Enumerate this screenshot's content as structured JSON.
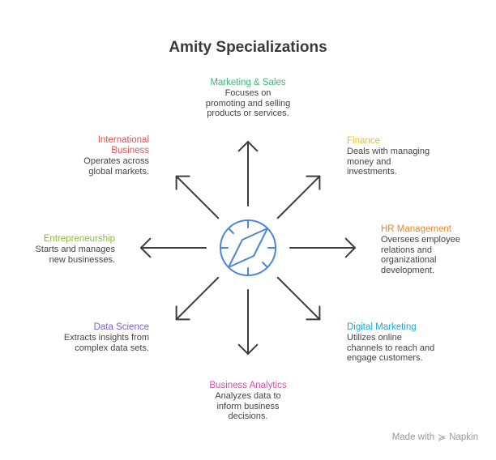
{
  "title": "Amity Specializations",
  "center_icon": "compass-icon",
  "colors": {
    "arrow": "#3d3d3d",
    "compass": "#4a86d8"
  },
  "nodes": [
    {
      "id": "marketing-sales",
      "heading": "Marketing & Sales",
      "color": "#3cb878",
      "lines": [
        "Focuses on",
        "promoting and selling",
        "products or services."
      ]
    },
    {
      "id": "finance",
      "heading": "Finance",
      "color": "#e6c619",
      "lines": [
        "Deals with managing",
        "money and",
        "investments."
      ]
    },
    {
      "id": "hr-management",
      "heading": "HR Management",
      "color": "#e8892e",
      "lines": [
        "Oversees employee",
        "relations and",
        "organizational",
        "development."
      ]
    },
    {
      "id": "digital-marketing",
      "heading": "Digital Marketing",
      "color": "#22a9d6",
      "lines": [
        "Utilizes online",
        "channels to reach and",
        "engage customers."
      ]
    },
    {
      "id": "business-analytics",
      "heading": "Business Analytics",
      "color": "#d94fa8",
      "lines": [
        "Analyzes data to",
        "inform business",
        "decisions."
      ]
    },
    {
      "id": "data-science",
      "heading": "Data Science",
      "color": "#7b61d6",
      "lines": [
        "Extracts insights from",
        "complex data sets."
      ]
    },
    {
      "id": "entrepreneurship",
      "heading": "Entrepreneurship",
      "color": "#8bbd3c",
      "lines": [
        "Starts and manages",
        "new businesses."
      ]
    },
    {
      "id": "international-business",
      "heading": [
        "International",
        "Business"
      ],
      "color": "#e0514f",
      "lines": [
        "Operates across",
        "global markets."
      ]
    }
  ],
  "footer": {
    "made_with": "Made with",
    "brand": "Napkin",
    "logo_icon": "napkin-logo-icon"
  }
}
